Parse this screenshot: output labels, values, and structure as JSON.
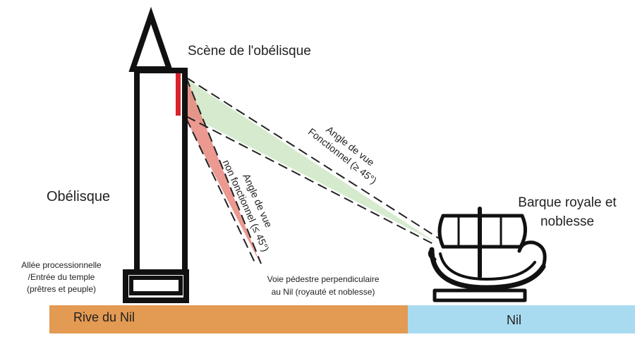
{
  "labels": {
    "scene_title": "Scène de l'obélisque",
    "obelisk": "Obélisque",
    "barque_line1": "Barque royale et",
    "barque_line2": "noblesse",
    "allee_line1": "Allée processionnelle",
    "allee_line2": "/Entrée du temple",
    "allee_line3": "(prêtres et peuple)",
    "voie_line1": "Voie pédestre perpendiculaire",
    "voie_line2": "au Nil (royauté et noblesse)",
    "angle_func_line1": "Angle de vue",
    "angle_func_line2": "Fonctionnel (≥ 45°)",
    "angle_nonfunc_line1": "Angle de vue",
    "angle_nonfunc_line2": "non fonctionnel (≤ 45°)",
    "rive": "Rive du Nil",
    "nil": "Nil"
  },
  "colors": {
    "bank": "#e39a52",
    "water": "#a9dbf0",
    "functional_cone": "#cfe8c5",
    "nonfunctional_cone": "#e8877e",
    "scene_marker": "#d8232a",
    "outline": "#111111"
  },
  "icons": [
    "obelisk-icon",
    "royal-barque-icon"
  ]
}
